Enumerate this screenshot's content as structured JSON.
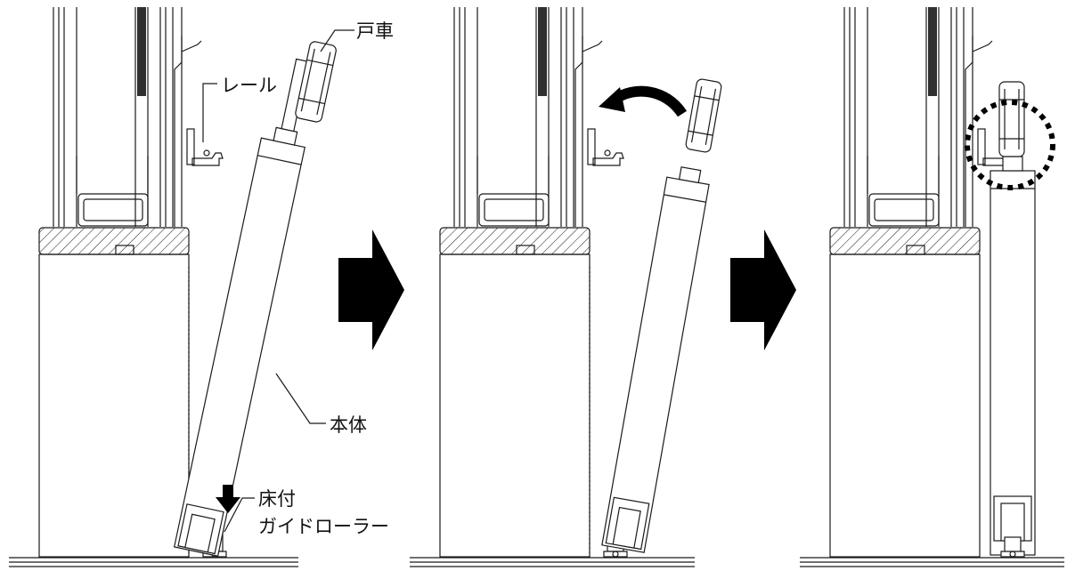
{
  "labels": {
    "roller": "戸車",
    "rail": "レール",
    "body": "本体",
    "floor_guide_line1": "床付",
    "floor_guide_line2": "ガイドローラー"
  },
  "colors": {
    "line": "#1a1a1a",
    "fill": "#ffffff",
    "arrow": "#000000"
  },
  "icons": {
    "step_arrow": "right-arrow-icon",
    "rotate_arrow": "curved-arrow-icon",
    "down_arrow": "down-arrow-icon",
    "highlight": "dashed-circle"
  }
}
